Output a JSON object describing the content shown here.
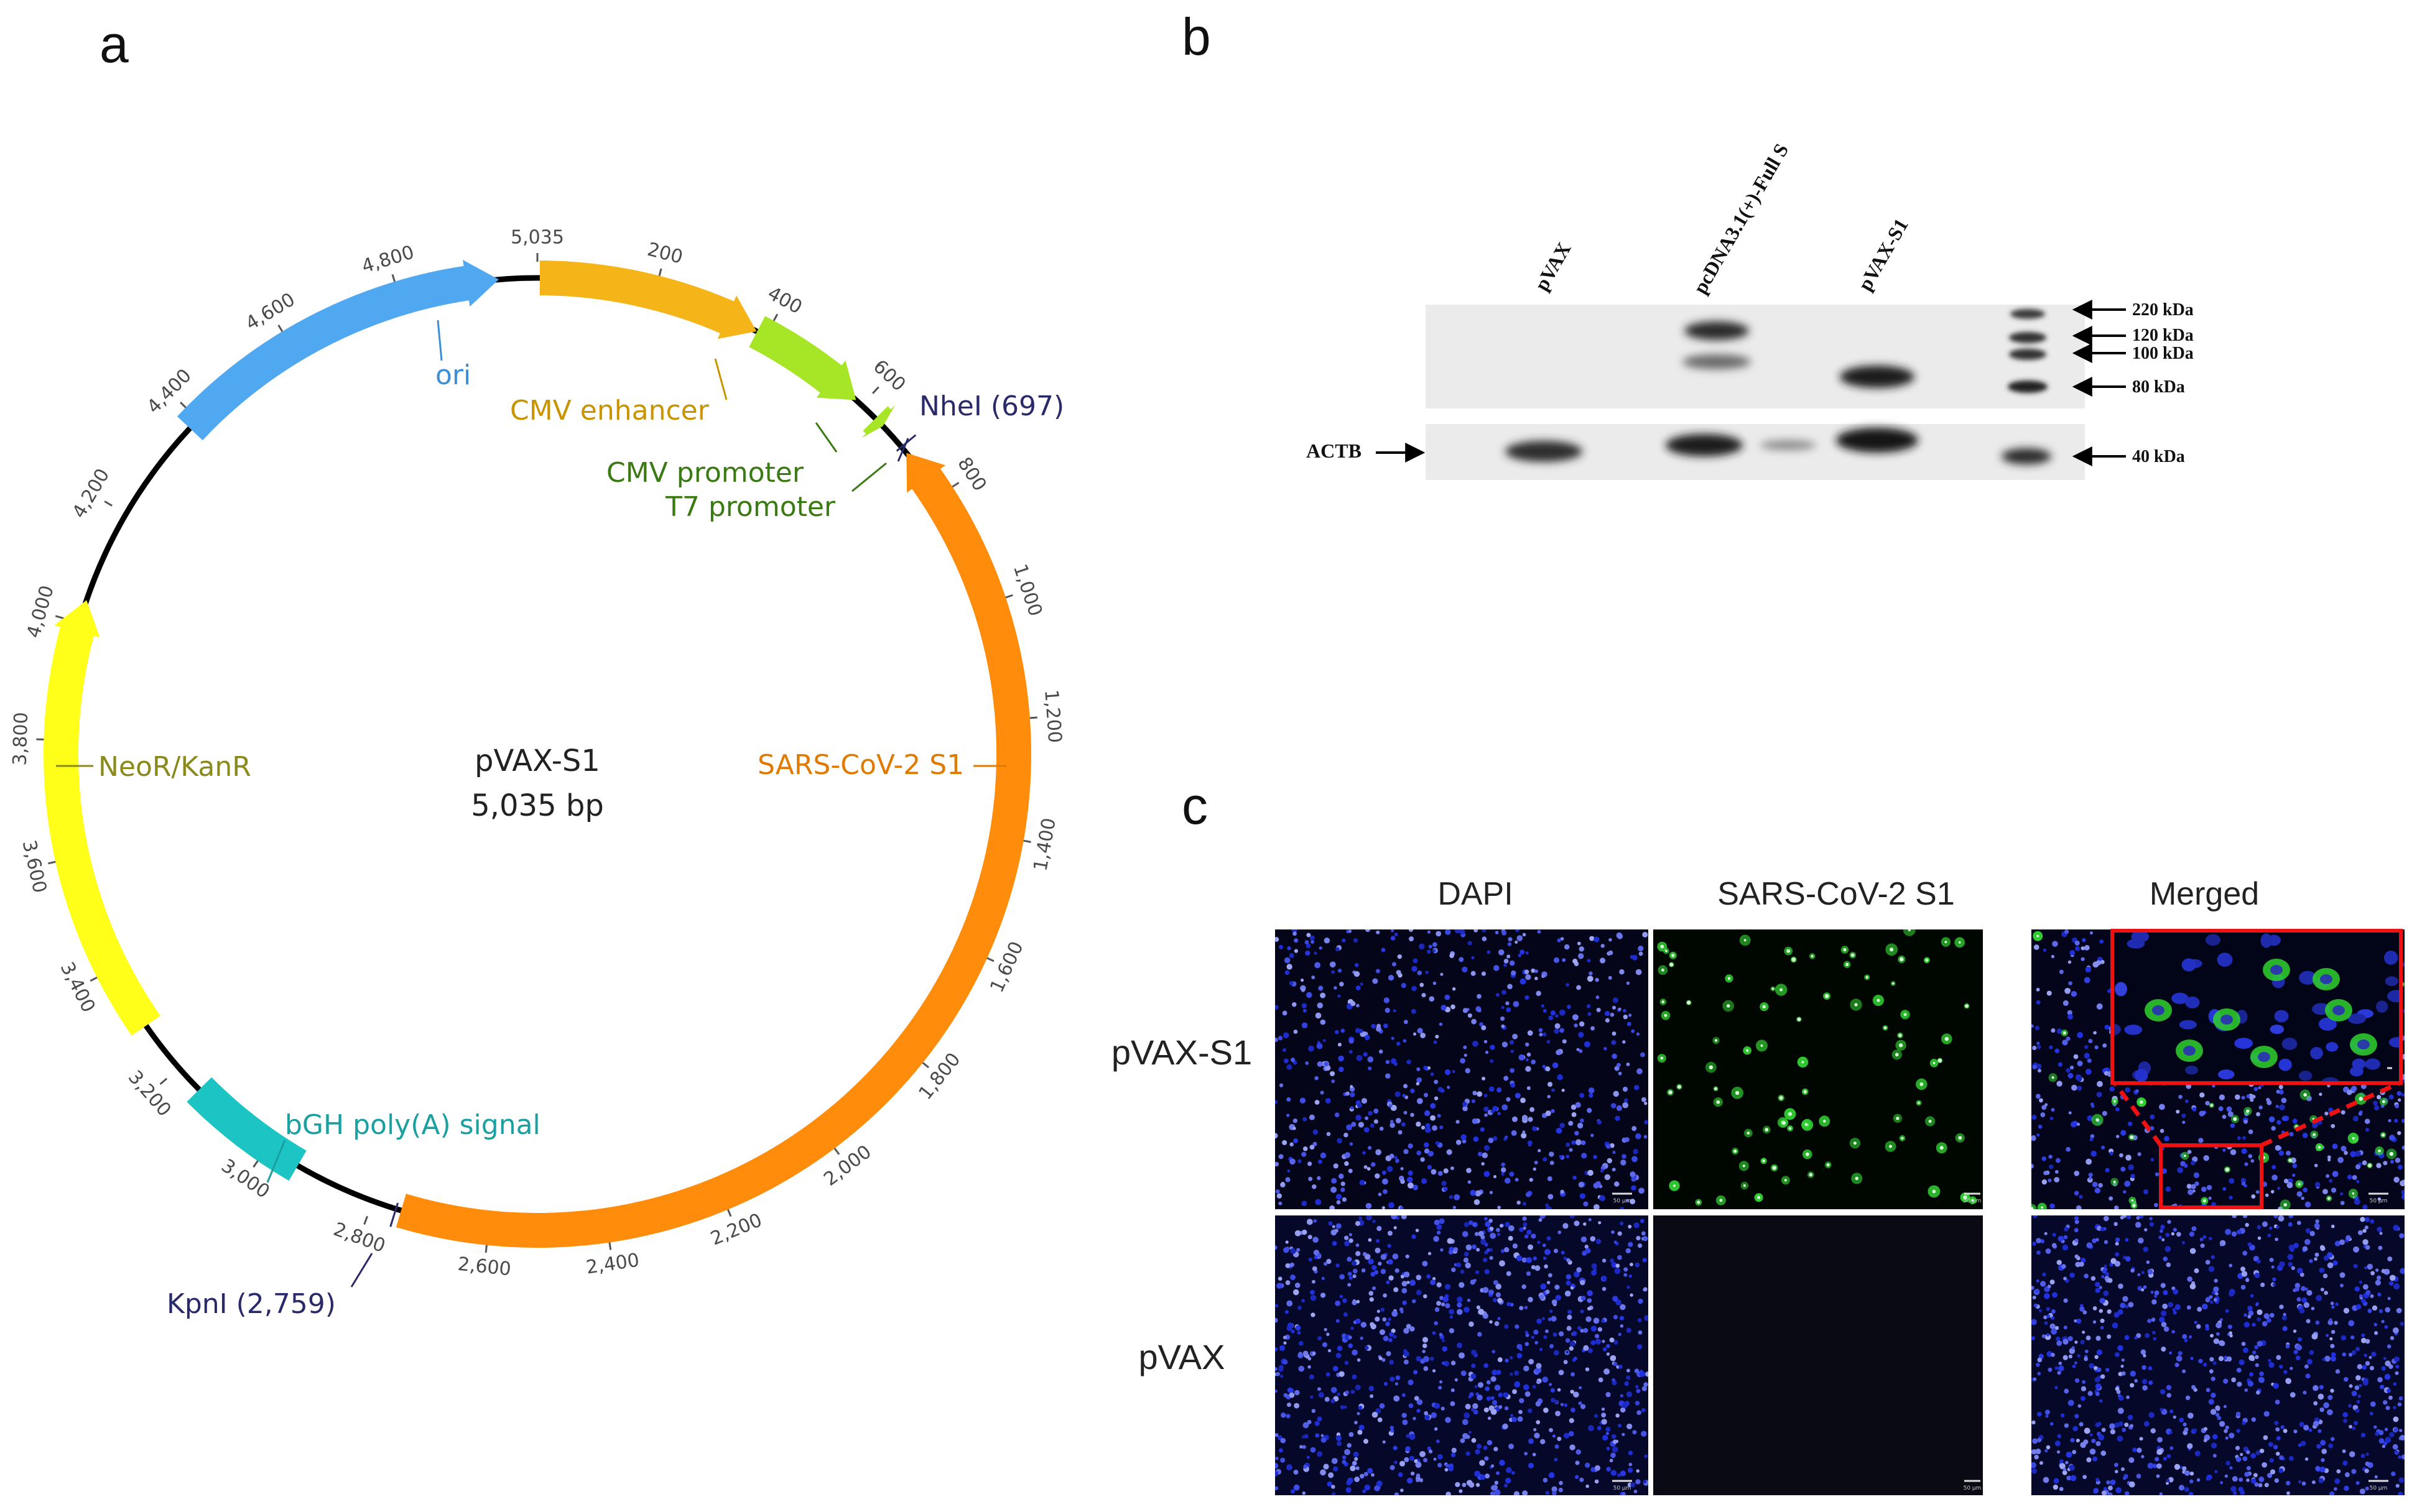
{
  "panels": {
    "a": "a",
    "b": "b",
    "c": "c"
  },
  "plasmid": {
    "name": "pVAX-S1",
    "size_label": "5,035 bp",
    "total_bp": 5035,
    "ticks": [
      "5,035",
      "200",
      "400",
      "600",
      "800",
      "1,000",
      "1,200",
      "1,400",
      "1,600",
      "1,800",
      "2,000",
      "2,200",
      "2,400",
      "2,600",
      "2,800",
      "3,000",
      "3,200",
      "3,400",
      "3,600",
      "3,800",
      "4,000",
      "4,200",
      "4,400",
      "4,600",
      "4,800"
    ],
    "features": [
      {
        "label": "CMV enhancer",
        "start": 4,
        "end": 383,
        "color": "#f5b417",
        "text_color": "#c99400",
        "direction": "forward"
      },
      {
        "label": "CMV promoter",
        "start": 384,
        "end": 587,
        "color": "#a6e627",
        "text_color": "#3a7a12",
        "direction": "forward"
      },
      {
        "label": "T7 promoter",
        "start": 632,
        "end": 650,
        "color": "#a6e627",
        "text_color": "#3a7a12",
        "direction": "forward"
      },
      {
        "label": "SARS-CoV-2 S1",
        "start": 710,
        "end": 2750,
        "color": "#ff8c0a",
        "text_color": "#e07a00",
        "direction": "reverse"
      },
      {
        "label": "bGH poly(A) signal",
        "start": 2940,
        "end": 3150,
        "color": "#1cc4c4",
        "text_color": "#1aa0a0",
        "direction": "none"
      },
      {
        "label": "NeoR/KanR",
        "start": 3290,
        "end": 4040,
        "color": "#ffff1a",
        "text_color": "#8a8a1a",
        "direction": "forward"
      },
      {
        "label": "ori",
        "start": 4380,
        "end": 4970,
        "color": "#4fa8f0",
        "text_color": "#3b8fd6",
        "direction": "forward"
      }
    ],
    "sites": [
      {
        "label": "NheI (697)",
        "position": 697,
        "color": "#2a2a6a"
      },
      {
        "label": "KpnI (2,759)",
        "position": 2759,
        "color": "#2a2a6a"
      }
    ]
  },
  "western": {
    "lanes": [
      "pVAX",
      "pcDNA3.1(+)-Full S",
      "pVAX-S1"
    ],
    "markers": [
      "220 kDa",
      "120 kDa",
      "100 kDa",
      "80 kDa",
      "40 kDa"
    ],
    "loading_control": "ACTB"
  },
  "microscopy": {
    "columns": [
      "DAPI",
      "SARS-CoV-2 S1",
      "Merged"
    ],
    "rows": [
      "pVAX-S1",
      "pVAX"
    ],
    "scale_bar": "50 μm"
  }
}
